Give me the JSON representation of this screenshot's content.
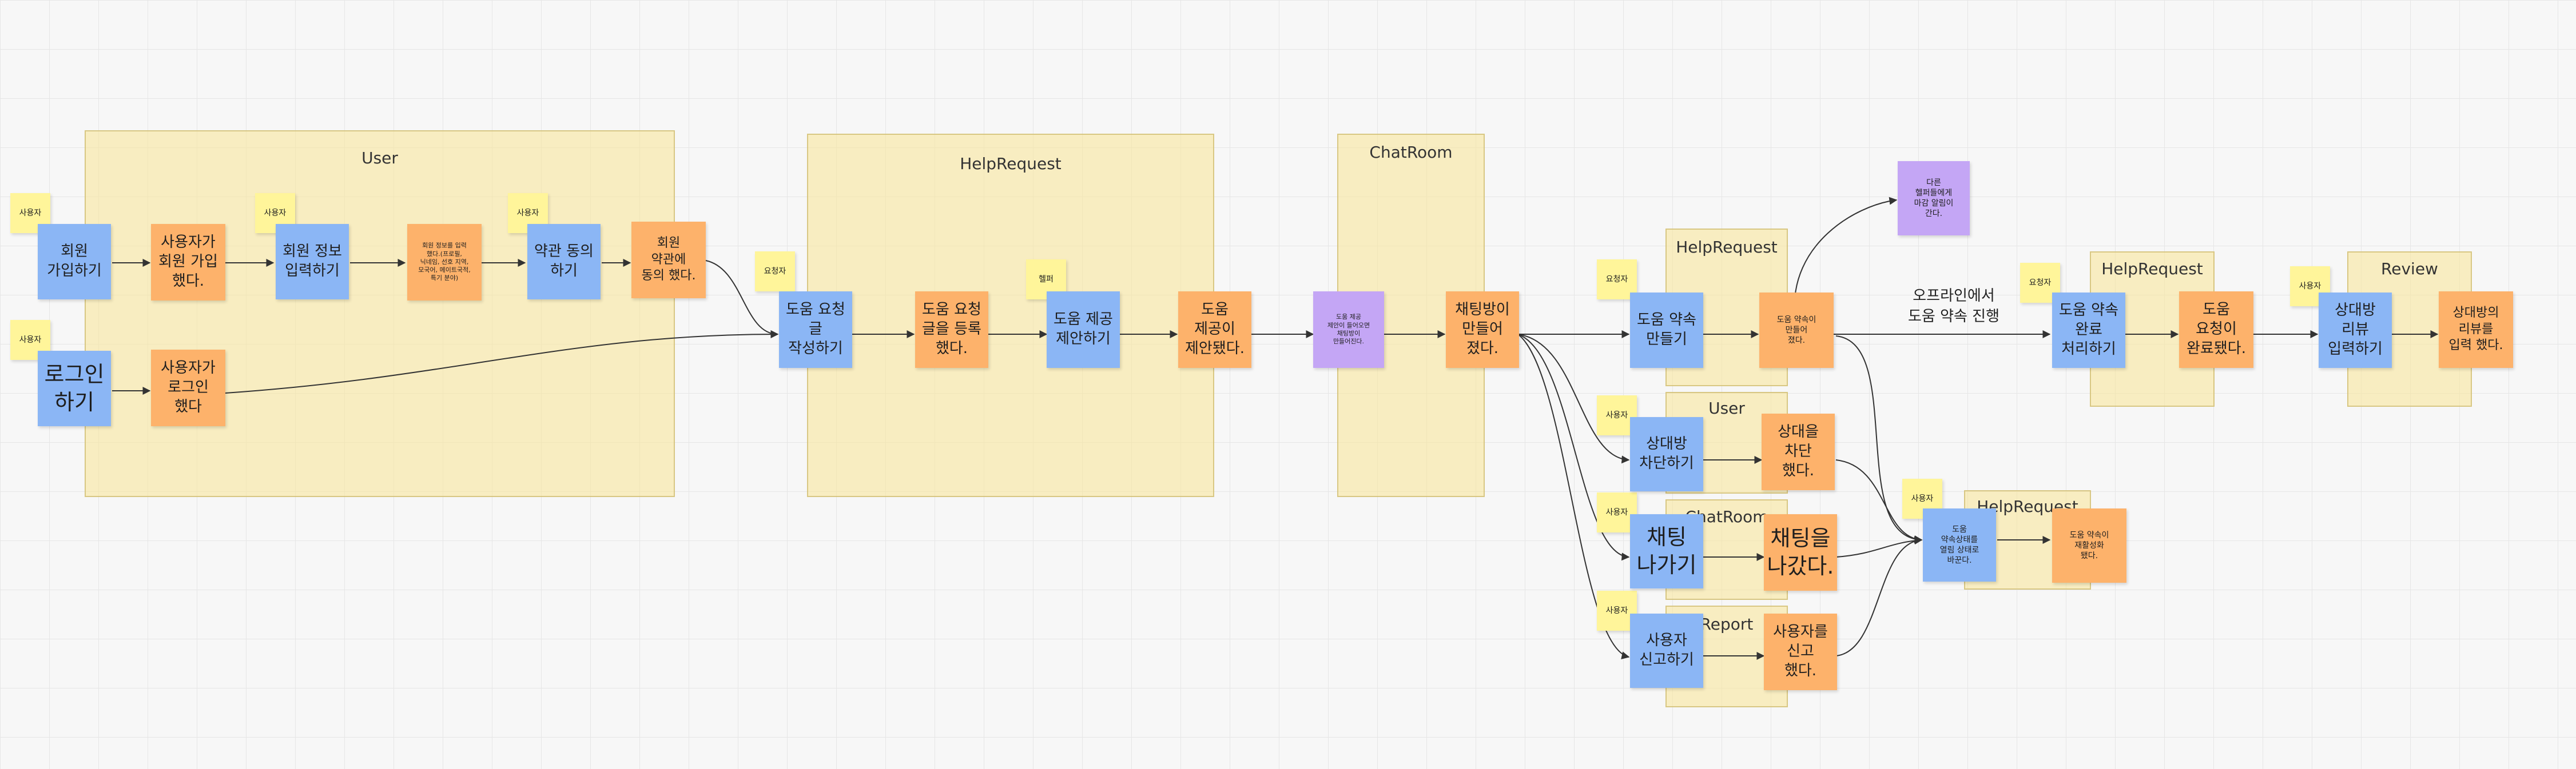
{
  "frames": {
    "user1": "User",
    "helprequest1": "HelpRequest",
    "chatroom1": "ChatRoom",
    "helprequest2": "HelpRequest",
    "user2": "User",
    "chatroom2": "ChatRoom",
    "report": "Report",
    "helprequest3": "HelpRequest",
    "helprequest4": "HelpRequest",
    "review": "Review"
  },
  "actors": {
    "a1": "사용자",
    "a2": "사용자",
    "a3": "사용자",
    "a4": "사용자",
    "a5": "요청자",
    "a6": "헬퍼",
    "a7": "요청자",
    "a8": "사용자",
    "a9": "사용자",
    "a10": "사용자",
    "a11": "사용자",
    "a12": "요청자",
    "a13": "사용자"
  },
  "commands": {
    "c1": "회원\n가입하기",
    "c2": "회원 정보\n입력하기",
    "c3": "약관 동의\n하기",
    "c4": "로그인\n하기",
    "c5": "도움 요청\n글\n작성하기",
    "c6": "도움 제공\n제안하기",
    "c7": "도움 약속\n만들기",
    "c8": "상대방\n차단하기",
    "c9": "채팅\n나가기",
    "c10": "사용자\n신고하기",
    "c11": "도움 약속\n완료\n처리하기",
    "c12": "상대방\n리뷰\n입력하기",
    "c13": "도움\n약속상태를\n열림 상태로\n바꾼다."
  },
  "events": {
    "e1": "사용자가\n회원 가입\n했다.",
    "e2": "회원 정보를 입력\n했다.(프로필,\n닉네임, 선호 지역,\n모국어, 메이트국적,\n특기 분야)",
    "e3": "회원\n약관에\n동의 했다.",
    "e4": "사용자가\n로그인\n했다",
    "e5": "도움 요청\n글을 등록\n했다.",
    "e6": "도움\n제공이\n제안됐다.",
    "e7": "채팅방이\n만들어\n졌다.",
    "e8": "도움 약속이\n만들어\n졌다.",
    "e9": "상대을\n차단\n했다.",
    "e10": "채팅을\n나갔다.",
    "e11": "사용자를\n신고\n했다.",
    "e12": "도움\n요청이\n완료됐다.",
    "e13": "상대방의\n리뷰를\n입력 했다.",
    "e14": "도움 약속이\n재활성화\n됐다."
  },
  "policies": {
    "p1": "도움 제공\n제안이 들어오면\n채팅방이\n만들어진다.",
    "p2": "다른\n헬퍼들에게\n마감 알림이\n간다."
  },
  "labels": {
    "offline": "오프라인에서\n도움 약속 진행"
  },
  "colors": {
    "command": "#8bb6f5",
    "event": "#fdb26b",
    "actor": "#fff59a",
    "policy": "#c4a6f5",
    "frame": "#f9e596"
  }
}
